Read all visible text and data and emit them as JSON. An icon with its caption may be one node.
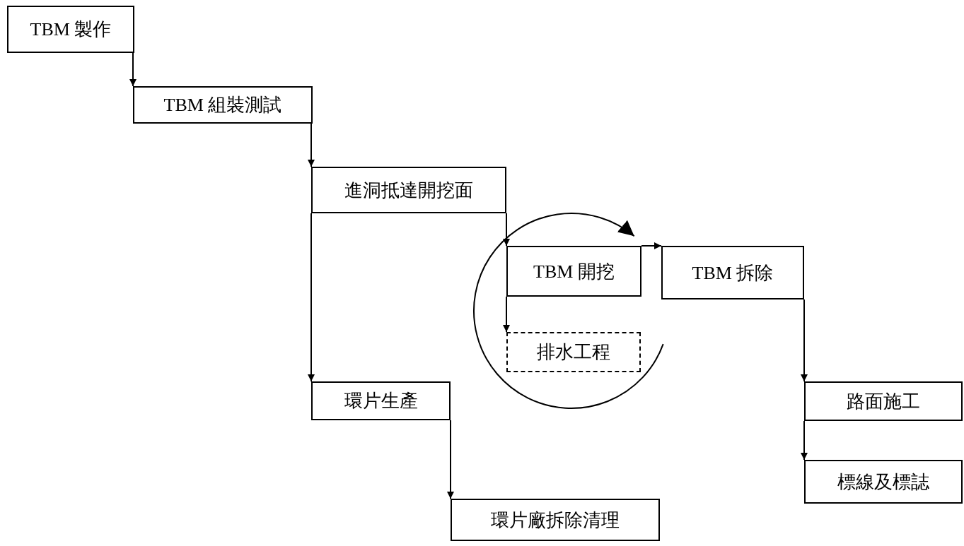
{
  "diagram": {
    "nodes": [
      {
        "text": [
          "TBM 製作"
        ]
      },
      {
        "text": [
          "TBM 組裝測試"
        ]
      },
      {
        "text": [
          "進洞抵達開挖面"
        ]
      },
      {
        "text": [
          "TBM 開挖"
        ]
      },
      {
        "text": [
          "排水工程"
        ]
      },
      {
        "text": [
          "TBM 拆除"
        ]
      },
      {
        "text": [
          "環片生產"
        ]
      },
      {
        "text": [
          "環片廠拆除清理"
        ]
      },
      {
        "text": [
          "路面施工"
        ]
      },
      {
        "text": [
          "標線及標誌"
        ]
      }
    ],
    "edges": [
      {
        "from": 0,
        "to": 1,
        "arrow": "to"
      },
      {
        "from": 1,
        "to": 2,
        "arrow": "to"
      },
      {
        "from": 2,
        "to": 3,
        "arrow": "to"
      },
      {
        "from": 3,
        "to": 5,
        "arrow": "to"
      },
      {
        "from": 3,
        "to": 4,
        "arrow": "to"
      },
      {
        "from": 2,
        "to": 6,
        "arrow": "to"
      },
      {
        "from": 6,
        "to": 7,
        "arrow": "to"
      },
      {
        "from": 5,
        "to": 8,
        "arrow": "to"
      },
      {
        "from": 8,
        "to": 9,
        "arrow": "to"
      }
    ]
  }
}
